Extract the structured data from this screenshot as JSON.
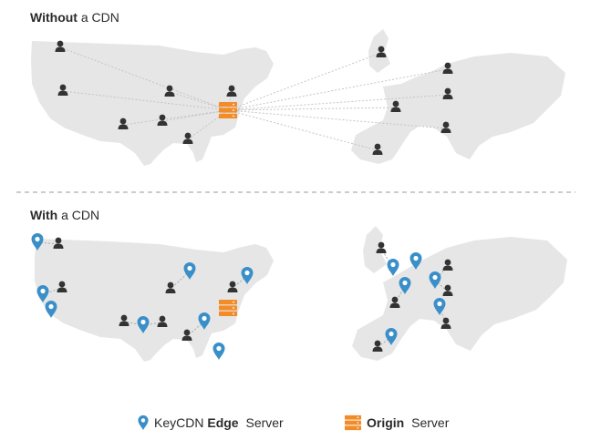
{
  "sections": {
    "without": {
      "bold": "Without",
      "rest": " a CDN"
    },
    "with": {
      "bold": "With",
      "rest": " a CDN"
    }
  },
  "legend": {
    "edge": {
      "prefix": "KeyCDN ",
      "bold": "Edge",
      "suffix": " Server",
      "icon": "map-pin-icon"
    },
    "origin": {
      "bold": "Origin",
      "suffix": " Server",
      "icon": "server-stack-icon"
    }
  },
  "colors": {
    "map": "#e6e6e6",
    "pin": "#3a8fc9",
    "origin": "#f28c28",
    "user": "#333333",
    "line": "#c4c4c4",
    "divider": "#9a9a9a"
  }
}
